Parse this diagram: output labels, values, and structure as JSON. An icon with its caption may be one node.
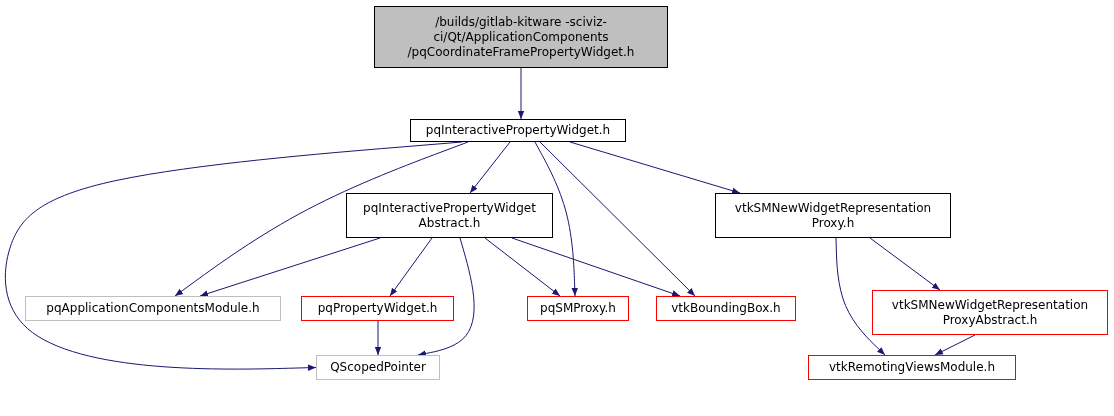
{
  "diagram": {
    "nodes": [
      {
        "text": [
          "/builds/gitlab-kitware -sciviz-ci/Qt/ApplicationComponents /pqCoordinateFramePropertyWidget.h"
        ]
      },
      {
        "text": [
          "pqInteractivePropertyWidget.h"
        ]
      },
      {
        "text": [
          "pqInteractivePropertyWidget Abstract.h"
        ]
      },
      {
        "text": [
          "vtkSMNewWidgetRepresentation Proxy.h"
        ]
      },
      {
        "text": [
          "pqApplicationComponentsModule.h"
        ]
      },
      {
        "text": [
          "pqPropertyWidget.h"
        ]
      },
      {
        "text": [
          "pqSMProxy.h"
        ]
      },
      {
        "text": [
          "vtkBoundingBox.h"
        ]
      },
      {
        "text": [
          "vtkSMNewWidgetRepresentation ProxyAbstract.h"
        ]
      },
      {
        "text": [
          "QScopedPointer"
        ]
      },
      {
        "text": [
          "vtkRemotingViewsModule.h"
        ]
      }
    ],
    "edges": [
      {
        "from": 0,
        "to": 1,
        "arrow": "to"
      },
      {
        "from": 1,
        "to": 9,
        "arrow": "to"
      },
      {
        "from": 1,
        "to": 4,
        "arrow": "to"
      },
      {
        "from": 1,
        "to": 2,
        "arrow": "to"
      },
      {
        "from": 1,
        "to": 6,
        "arrow": "to"
      },
      {
        "from": 1,
        "to": 7,
        "arrow": "to"
      },
      {
        "from": 1,
        "to": 3,
        "arrow": "to"
      },
      {
        "from": 2,
        "to": 4,
        "arrow": "to"
      },
      {
        "from": 2,
        "to": 5,
        "arrow": "to"
      },
      {
        "from": 2,
        "to": 9,
        "arrow": "to"
      },
      {
        "from": 2,
        "to": 6,
        "arrow": "to"
      },
      {
        "from": 2,
        "to": 7,
        "arrow": "to"
      },
      {
        "from": 3,
        "to": 8,
        "arrow": "to"
      },
      {
        "from": 3,
        "to": 10,
        "arrow": "to"
      },
      {
        "from": 5,
        "to": 9,
        "arrow": "to"
      },
      {
        "from": 8,
        "to": 10,
        "arrow": "to"
      }
    ]
  }
}
